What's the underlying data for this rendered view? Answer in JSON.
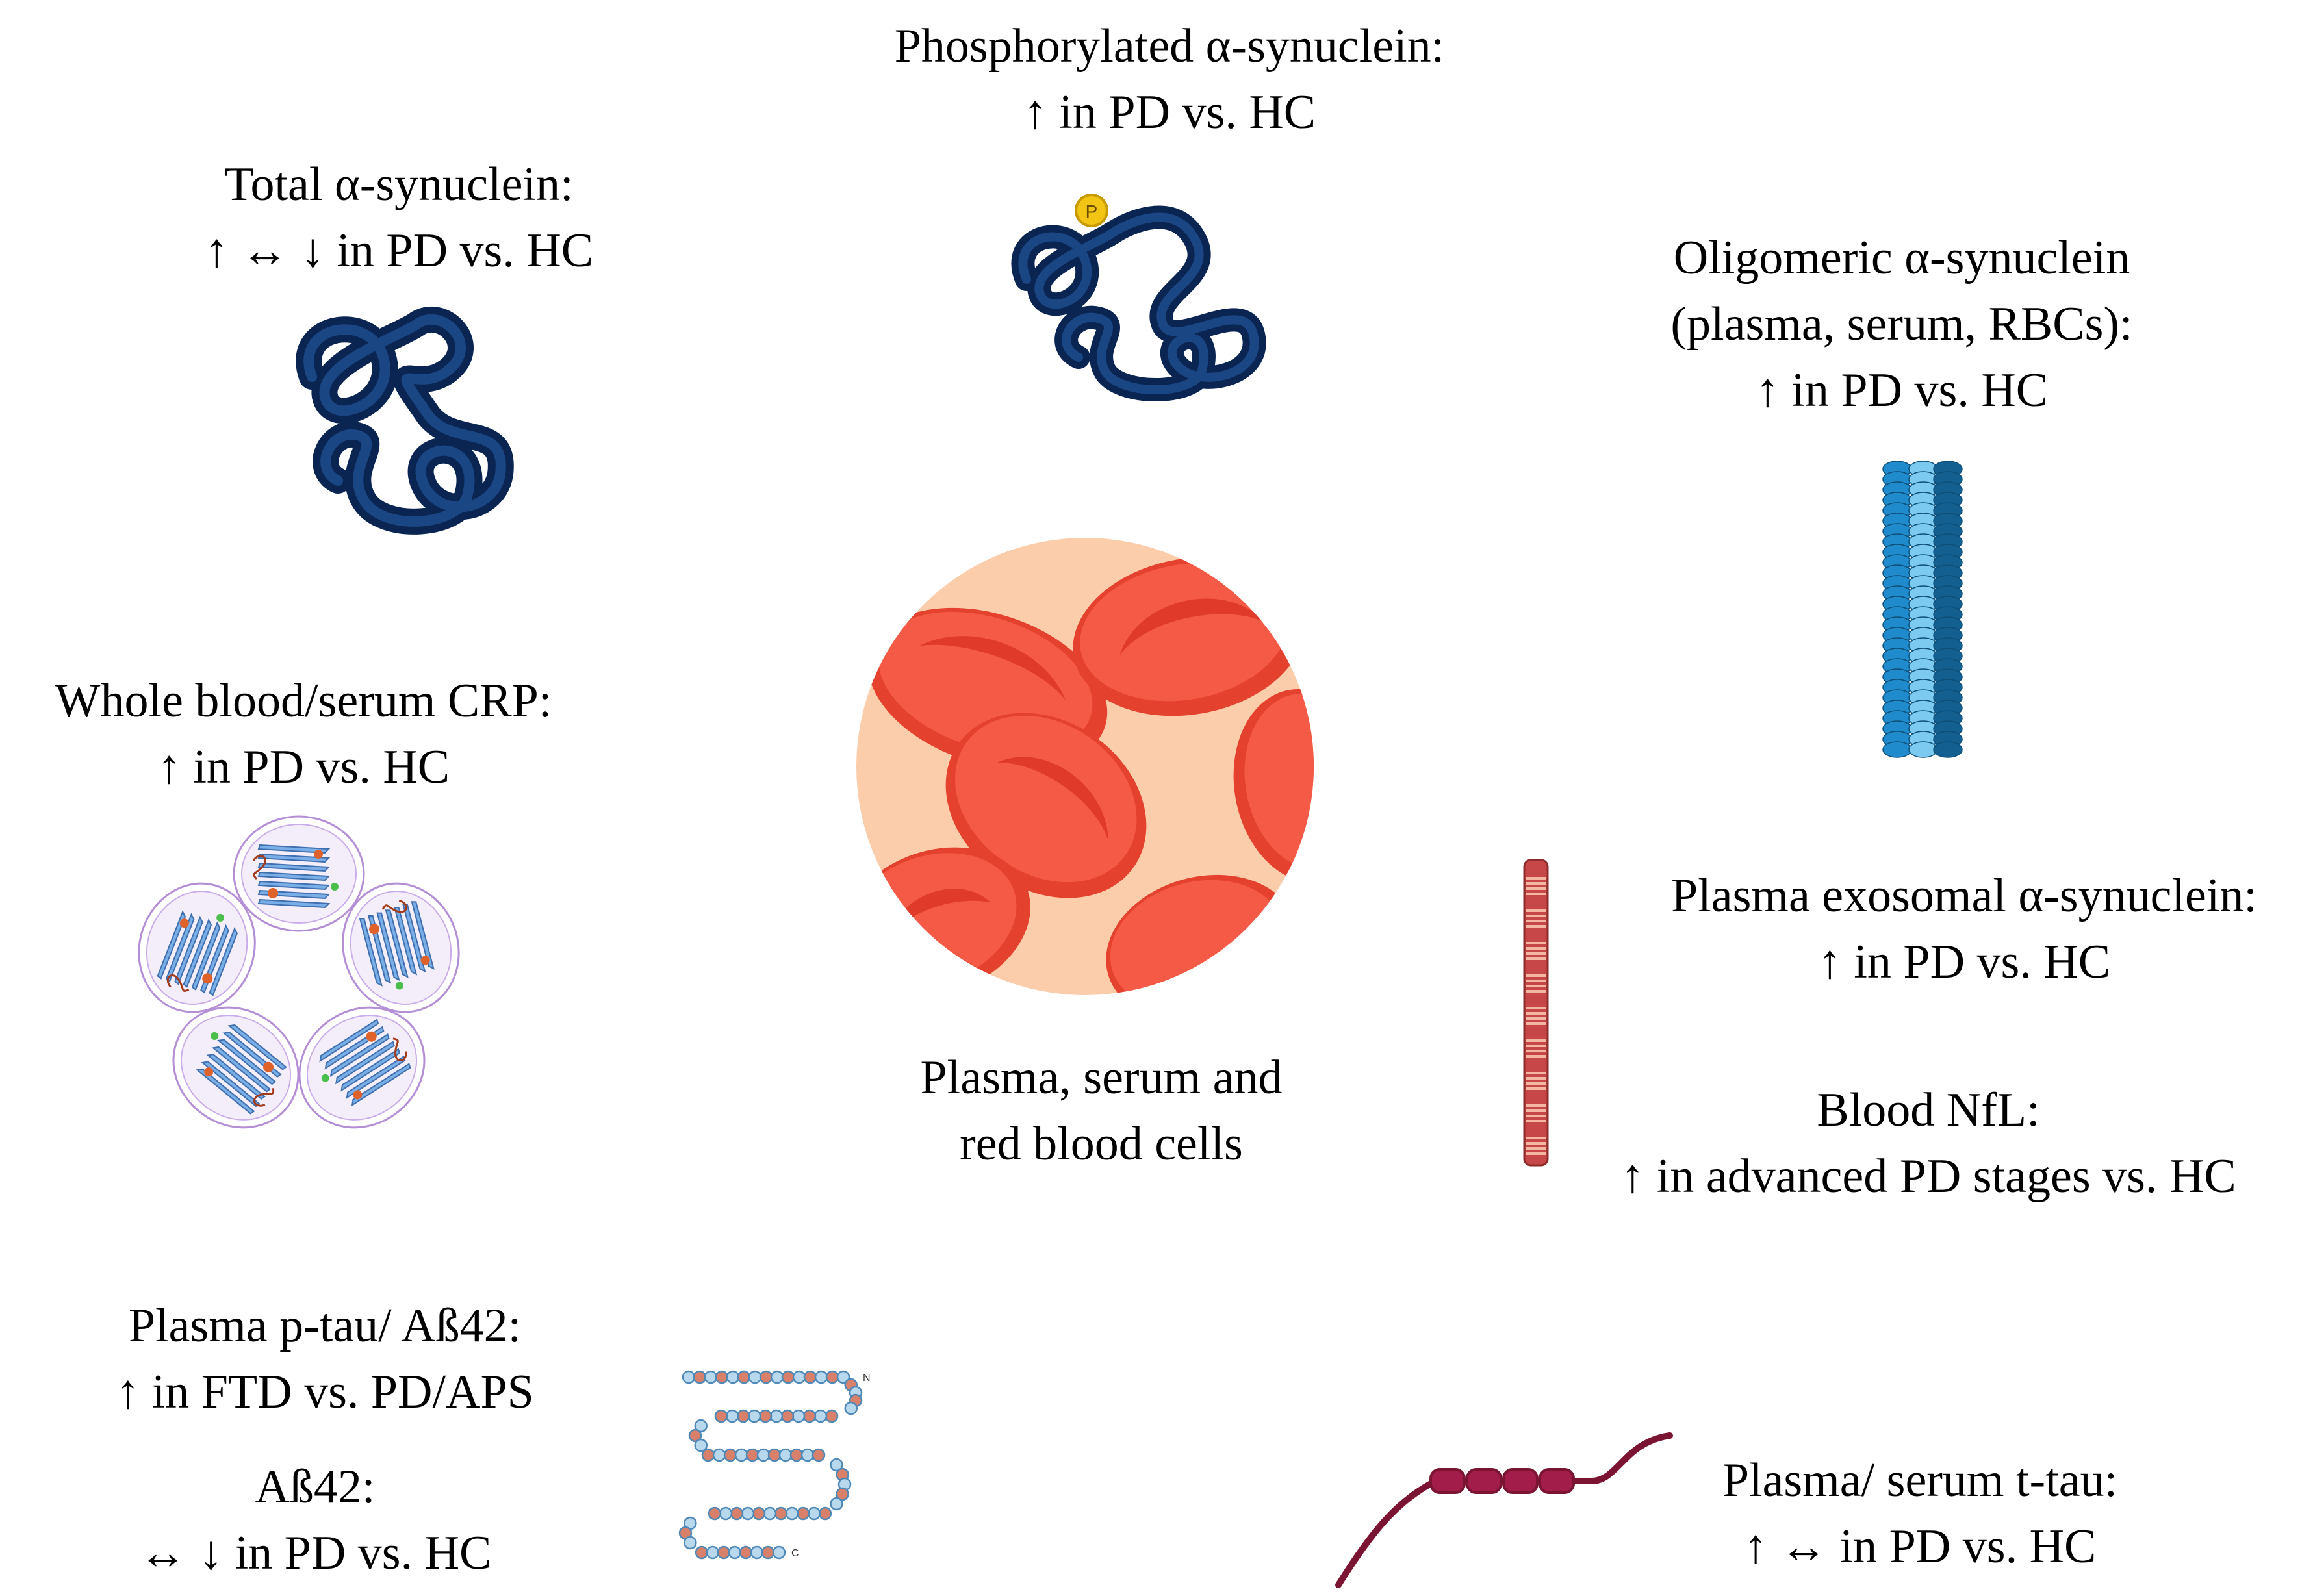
{
  "colors": {
    "synuclein": "#0f2f63",
    "phospho": "#f2c414",
    "oligomer_light": "#3aa6de",
    "oligomer_dark": "#1674a8",
    "rbc_bg": "#fbcdaa",
    "rbc": "#f45a45",
    "rbc_dark": "#e03a2b",
    "nfl": "#c74748",
    "nfl_stripe": "#f2b6a3",
    "tau": "#7b1432",
    "crp": "#79aee6",
    "amyloid": "#8db8d9"
  },
  "labels": {
    "phospho": {
      "line1": "Phosphorylated α-synuclein:",
      "line2": "↑ in PD vs. HC"
    },
    "total": {
      "line1": "Total  α-synuclein:",
      "line2": "↑ ↔ ↓ in PD vs. HC"
    },
    "oligomeric": {
      "line1": "Oligomeric  α-synuclein",
      "line2": "(plasma, serum, RBCs):",
      "line3": "↑ in PD vs. HC"
    },
    "crp": {
      "line1": "Whole blood/serum CRP:",
      "line2": "↑ in PD vs. HC"
    },
    "center": {
      "line1": "Plasma, serum and",
      "line2": "red blood cells"
    },
    "exosomal": {
      "line1": "Plasma exosomal α-synuclein:",
      "line2": "↑ in PD vs. HC"
    },
    "nfl": {
      "line1": "Blood NfL:",
      "line2": "↑ in advanced PD stages vs. HC"
    },
    "ptau": {
      "line1": "Plasma p-tau/ Aß42:",
      "line2": "↑ in FTD vs. PD/APS"
    },
    "abeta": {
      "line1": "Aß42:",
      "line2": "↔ ↓ in PD vs. HC"
    },
    "ttau": {
      "line1": "Plasma/ serum t-tau:",
      "line2": "↑ ↔ in PD vs. HC"
    },
    "phospho_marker": "P",
    "amyloid_end": "N",
    "amyloid_start": "C"
  }
}
